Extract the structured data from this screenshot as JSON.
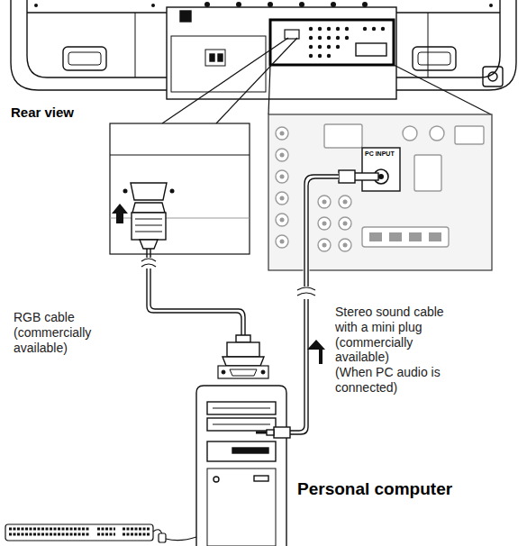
{
  "diagram": {
    "labels": [
      "Rear view",
      "PC INPUT",
      "RGB cable (commercially available)",
      "Stereo sound cable with a mini plug (commercially available)",
      "(When PC audio is connected)",
      "Personal computer"
    ]
  }
}
